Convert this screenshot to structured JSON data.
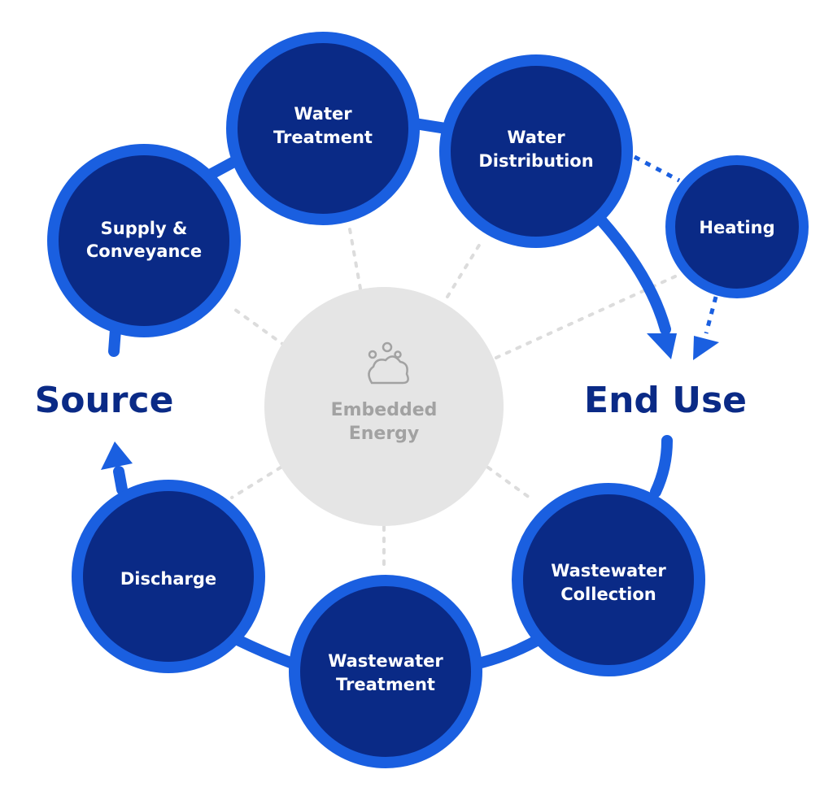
{
  "colors": {
    "ring": "#1a5fe0",
    "node_fill": "#0a2a86",
    "node_text": "#ffffff",
    "big_text": "#0a2a86",
    "center_fill": "#e5e5e5",
    "center_text": "#a2a2a2",
    "spoke": "#dcdcdc"
  },
  "labels": {
    "source": "Source",
    "end_use": "End Use",
    "center_line1": "Embedded",
    "center_line2": "Energy",
    "center_icon": "cloud-bubbles-icon"
  },
  "nodes": [
    {
      "id": "supply-conveyance",
      "line1": "Supply &",
      "line2": "Conveyance"
    },
    {
      "id": "water-treatment",
      "line1": "Water",
      "line2": "Treatment"
    },
    {
      "id": "water-distribution",
      "line1": "Water",
      "line2": "Distribution"
    },
    {
      "id": "heating",
      "line1": "Heating",
      "line2": ""
    },
    {
      "id": "wastewater-collection",
      "line1": "Wastewater",
      "line2": "Collection"
    },
    {
      "id": "wastewater-treatment",
      "line1": "Wastewater",
      "line2": "Treatment"
    },
    {
      "id": "discharge",
      "line1": "Discharge",
      "line2": ""
    }
  ]
}
